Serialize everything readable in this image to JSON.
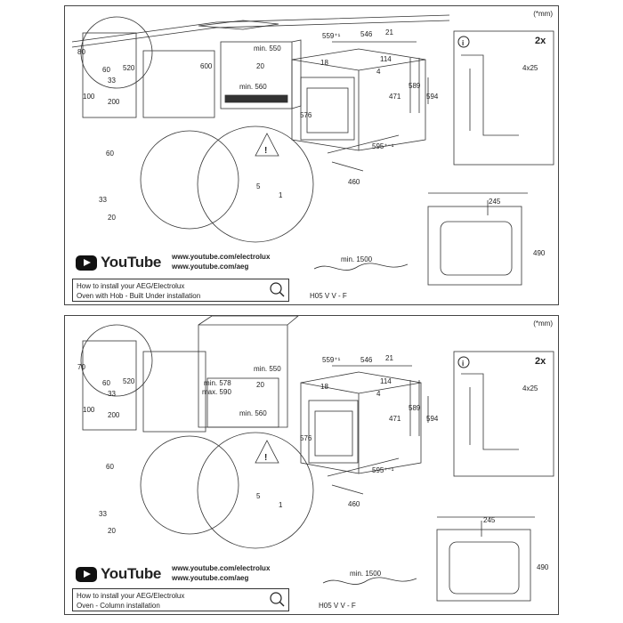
{
  "unit_note": "(*mm)",
  "youtube": {
    "brand": "YouTube",
    "url1": "www.youtube.com/electrolux",
    "url2": "www.youtube.com/aeg"
  },
  "panels": [
    {
      "howto_line1": "How to install your AEG/Electrolux",
      "howto_line2": "Oven with Hob - Built Under installation",
      "dims": {
        "d80": "80",
        "d60a": "60",
        "d520": "520",
        "d33a": "33",
        "d100": "100",
        "d200": "200",
        "d600": "600",
        "min550": "min. 550",
        "d20a": "20",
        "min560": "min. 560",
        "d60b": "60",
        "d33b": "33",
        "d20b": "20",
        "d5": "5",
        "d1": "1",
        "d559": "559⁺¹",
        "d546": "546",
        "d21": "21",
        "d18": "18",
        "d114": "114",
        "d4": "4",
        "d589": "589",
        "d594": "594",
        "d471": "471",
        "d576": "576",
        "d595": "595⁺⁻¹",
        "d460": "460",
        "screws_count": "2x",
        "screws_size": "4x25",
        "d245": "245",
        "d490": "490",
        "cable_min": "min. 1500",
        "cable_type": "H05 V V - F"
      }
    },
    {
      "howto_line1": "How to install your AEG/Electrolux",
      "howto_line2": "Oven - Column installation",
      "dims": {
        "d70": "70",
        "d60a": "60",
        "d520": "520",
        "d33a": "33",
        "d100": "100",
        "d200": "200",
        "min578": "min. 578",
        "max590": "max. 590",
        "min550": "min. 550",
        "d20a": "20",
        "min560": "min. 560",
        "d60b": "60",
        "d33b": "33",
        "d20b": "20",
        "d5": "5",
        "d1": "1",
        "d559": "559⁺¹",
        "d546": "546",
        "d21": "21",
        "d18": "18",
        "d114": "114",
        "d4": "4",
        "d589": "589",
        "d594": "594",
        "d471": "471",
        "d576": "576",
        "d595": "595⁺⁻¹",
        "d460": "460",
        "screws_count": "2x",
        "screws_size": "4x25",
        "d245": "245",
        "d490": "490",
        "cable_min": "min. 1500",
        "cable_type": "H05 V V - F"
      }
    }
  ]
}
